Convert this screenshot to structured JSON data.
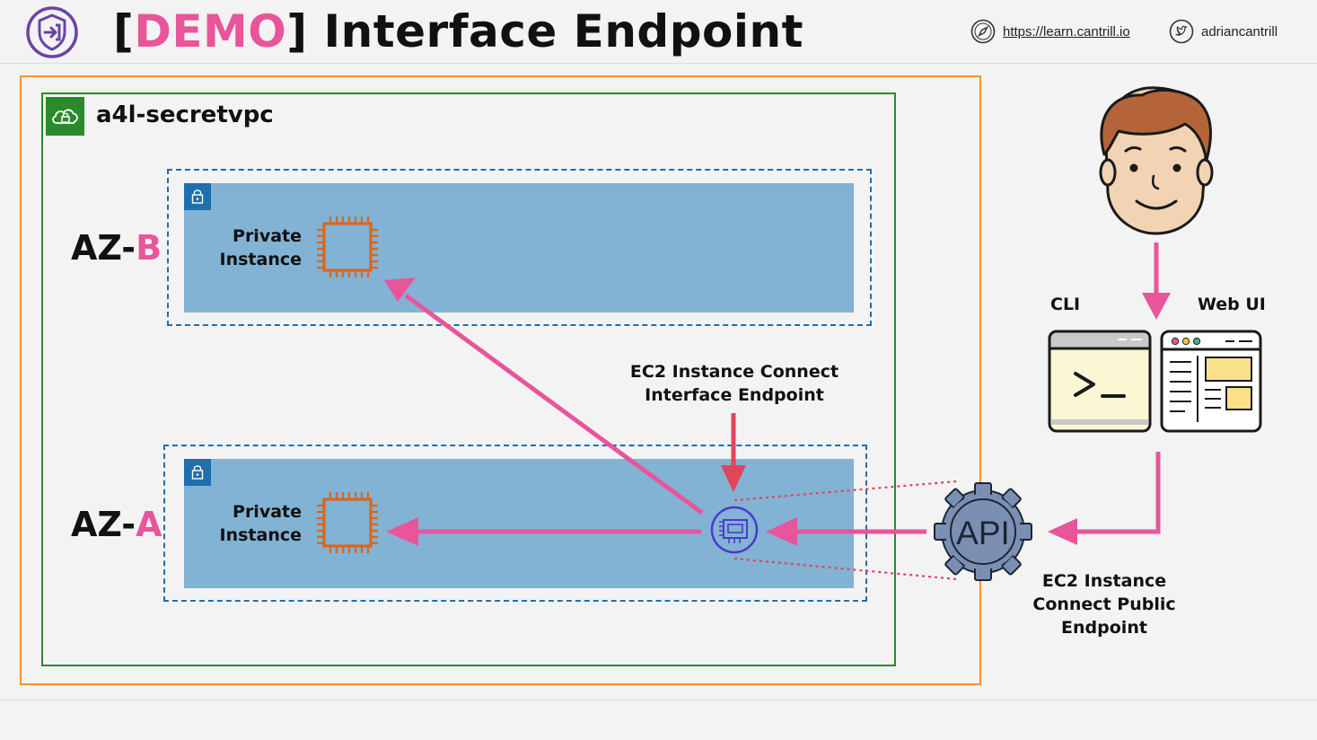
{
  "header": {
    "title_open": "[",
    "title_highlight": "DEMO",
    "title_rest": "] Interface Endpoint",
    "website": "https://learn.cantrill.io",
    "twitter": "adriancantrill"
  },
  "diagram": {
    "vpc_name": "a4l-secretvpc",
    "az_b": {
      "prefix": "AZ-",
      "letter": "B",
      "instance_line1": "Private",
      "instance_line2": "Instance"
    },
    "az_a": {
      "prefix": "AZ-",
      "letter": "A",
      "instance_line1": "Private",
      "instance_line2": "Instance"
    },
    "interface_endpoint": {
      "line1": "EC2 Instance Connect",
      "line2": "Interface Endpoint"
    },
    "public_endpoint": {
      "api_text": "API",
      "line1": "EC2 Instance",
      "line2": "Connect Public",
      "line3": "Endpoint"
    },
    "cli_label": "CLI",
    "webui_label": "Web UI"
  },
  "colors": {
    "accent_pink": "#e8559b",
    "region_orange": "#f0932b",
    "vpc_green": "#2b8a2b",
    "subnet_blue": "#82b2d4",
    "az_border_blue": "#1f6fae",
    "chip_orange": "#d9671f",
    "endpoint_purple": "#4b3bc8"
  }
}
